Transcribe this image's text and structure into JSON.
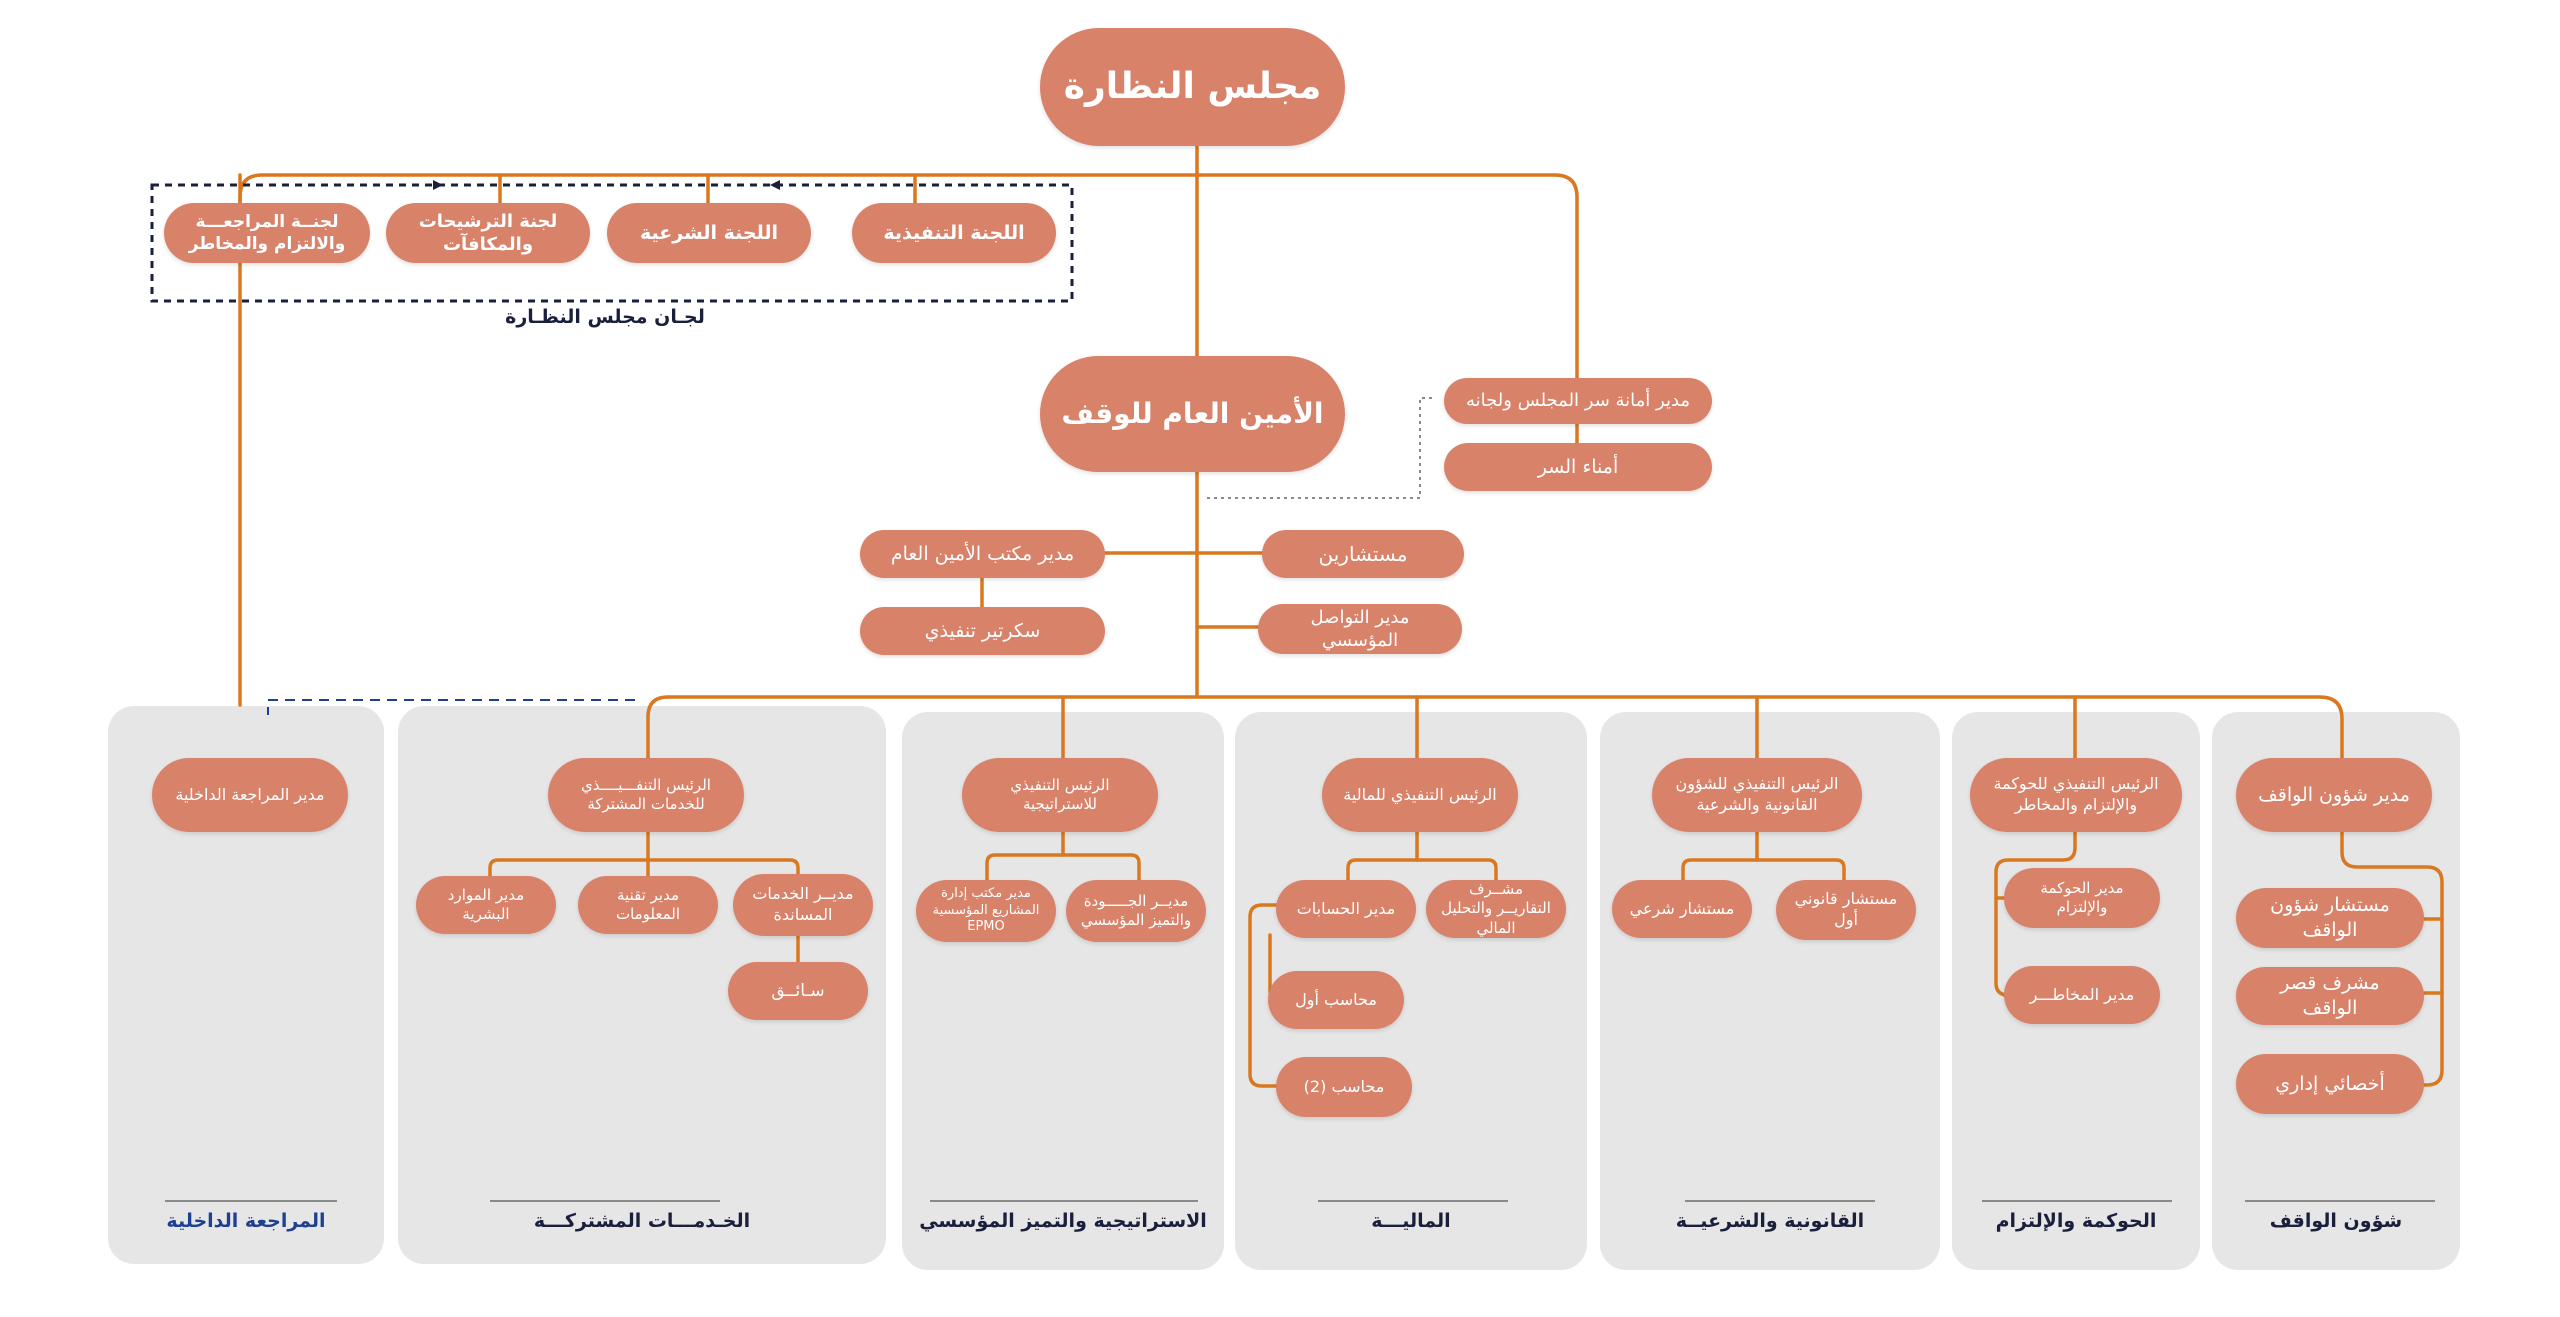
{
  "board": {
    "title": "مجلس النظارة"
  },
  "committees": {
    "group_label": "لجـان مجلس النظـارة",
    "executive": "اللجنة التنفيذية",
    "sharia": "اللجنة الشرعية",
    "nominations": "لجنة الترشيحات والمكافآت",
    "audit": "لجنــة المراجعـــة والالتزام والمخاطر"
  },
  "secretariat": {
    "director": "مدير أمانة سر المجلس ولجانه",
    "secretaries": "أمناء السر"
  },
  "general_secretary": {
    "title": "الأمين العام للوقف"
  },
  "gs_office": {
    "advisors": "مستشارين",
    "office_director": "مدير مكتب الأمين العام",
    "comm_director": "مدير التواصل المؤسسي",
    "exec_secretary": "سكرتير تنفيذي"
  },
  "departments": {
    "endower": {
      "label": "شؤون الواقف",
      "head": "مدير شؤون الواقف",
      "items": [
        "مستشار شؤون الواقف",
        "مشرف قصر الواقف",
        "أخصائي إداري"
      ]
    },
    "governance": {
      "label": "الحوكمة والإلتزام",
      "head": "الرئيس التنفيذي للحوكمة والإلتزام والمخاطر",
      "items": [
        "مدير الحوكمة والإلتزام",
        "مدير المخاطـــر"
      ]
    },
    "legal": {
      "label": "القانونية والشرعيــة",
      "head": "الرئيس التنفيذي للشؤون القانونية والشرعية",
      "items": [
        "مستشار قانوني أول",
        "مستشار شرعي"
      ]
    },
    "finance": {
      "label": "الماليـــة",
      "head": "الرئيس التنفيذي للمالية",
      "items": [
        "مشــرف التقاريــر والتحليل المالي",
        "مدير الحسابات",
        "محاسب أول",
        "محاسب (2)"
      ]
    },
    "strategy": {
      "label": "الاستراتيجية والتميز المؤسسي",
      "head": "الرئيس التنفيذي للاستراتيجية",
      "items": [
        "مديــر الجـــــودة والتميز المؤسسي",
        "مدير مكتب إدارة المشاريع المؤسسية EPMO"
      ]
    },
    "shared": {
      "label": "الخـدمـــات المشتركـــة",
      "head": "الرئيس التنفـــيــــذي للخدمات المشتركة",
      "items": [
        "مديــر الخدمات المساندة",
        "مدير تقنية المعلومات",
        "مدير الموارد البشرية",
        "سـائــق"
      ]
    },
    "audit": {
      "label": "المراجعة الداخلية",
      "head": "مدير المراجعة الداخلية"
    }
  },
  "colors": {
    "box": "#d9826a",
    "line": "#d9781f",
    "panel": "#e6e6e6",
    "dash": "#1a1f3c",
    "blue": "#1f3f8f"
  }
}
